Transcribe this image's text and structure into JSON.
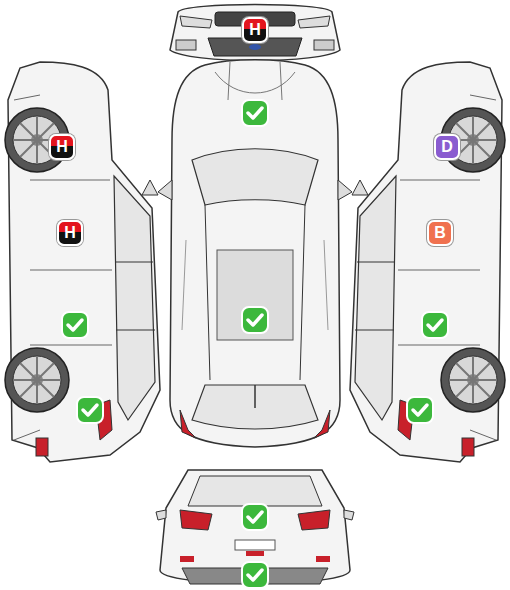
{
  "diagram": {
    "nodes": [
      {
        "text": [
          "H"
        ]
      },
      {
        "text": [
          "H"
        ]
      },
      {
        "text": [
          "D"
        ]
      },
      {
        "text": [
          "H"
        ]
      },
      {
        "text": [
          "B"
        ]
      }
    ]
  }
}
